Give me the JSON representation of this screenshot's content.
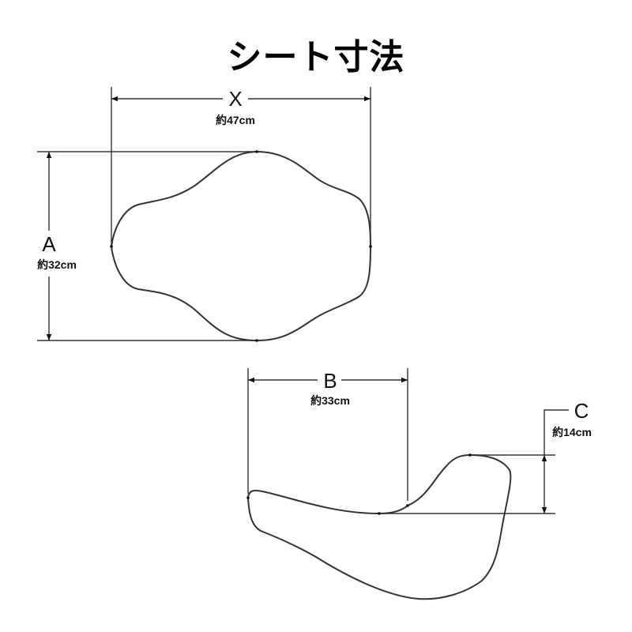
{
  "title": "シート寸法",
  "top_view": {
    "width_dimension": {
      "letter": "X",
      "value": "約47cm"
    },
    "length_dimension": {
      "letter": "A",
      "value": "約32cm"
    }
  },
  "side_view": {
    "seat_dimension": {
      "letter": "B",
      "value": "約33cm"
    },
    "backrest_dimension": {
      "letter": "C",
      "value": "約14cm"
    }
  },
  "colors": {
    "line": "#333333",
    "text": "#111111",
    "background": "#ffffff"
  }
}
